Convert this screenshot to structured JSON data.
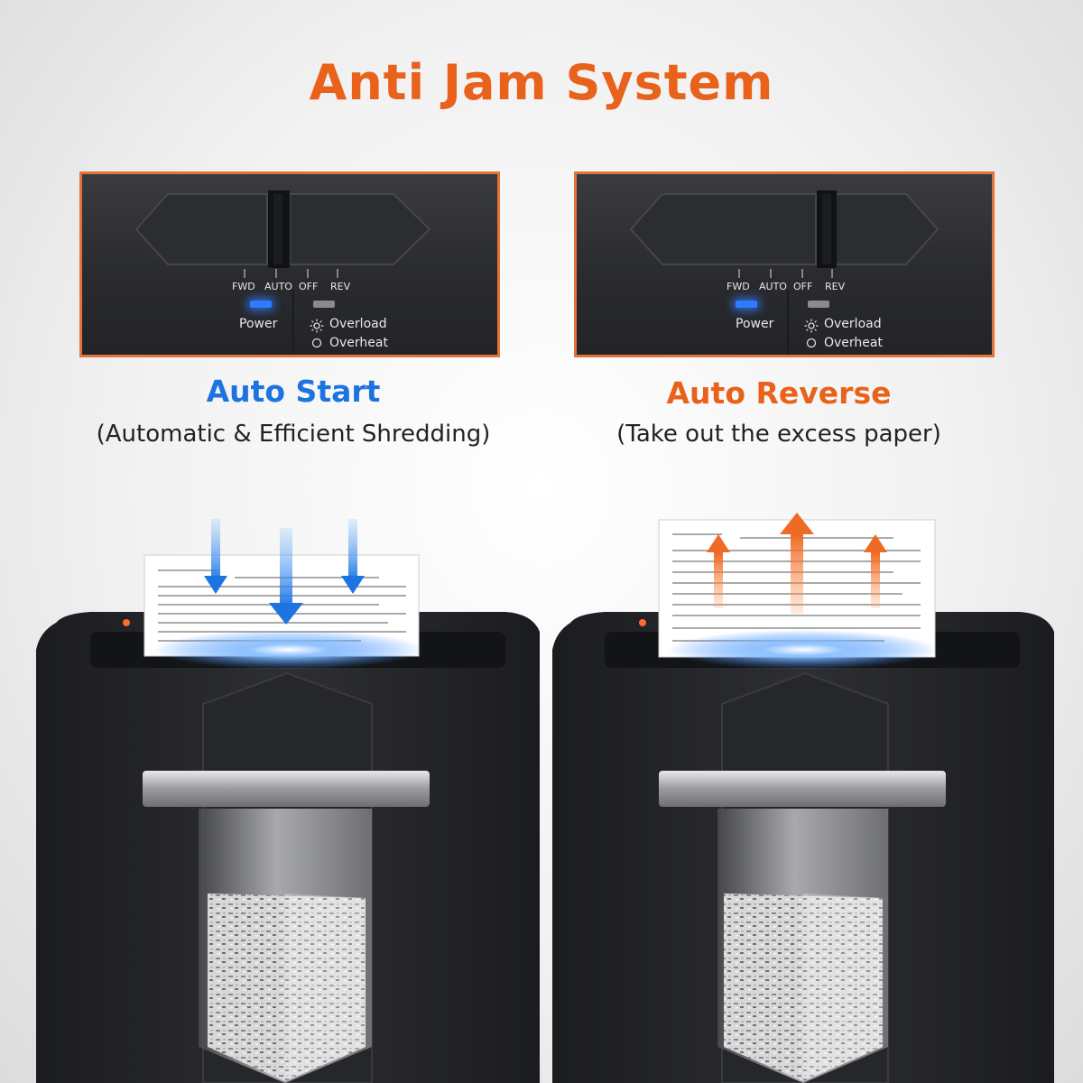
{
  "title": "Anti Jam System",
  "colors": {
    "accent_orange": "#e8621c",
    "accent_blue": "#1d74e0",
    "panel_border": "#e2743a"
  },
  "panels": [
    {
      "switch_labels": [
        "FWD",
        "AUTO",
        "OFF",
        "REV"
      ],
      "power_label": "Power",
      "overload_label": "Overload",
      "overheat_label": "Overheat",
      "overload_icon": "sun-icon",
      "overheat_icon": "circle-icon"
    },
    {
      "switch_labels": [
        "FWD",
        "AUTO",
        "OFF",
        "REV"
      ],
      "power_label": "Power",
      "overload_label": "Overload",
      "overheat_label": "Overheat",
      "overload_icon": "sun-icon",
      "overheat_icon": "circle-icon"
    }
  ],
  "features": [
    {
      "heading": "Auto Start",
      "description": "(Automatic & Efficient Shredding)"
    },
    {
      "heading": "Auto Reverse",
      "description": "(Take out the excess paper)"
    }
  ]
}
